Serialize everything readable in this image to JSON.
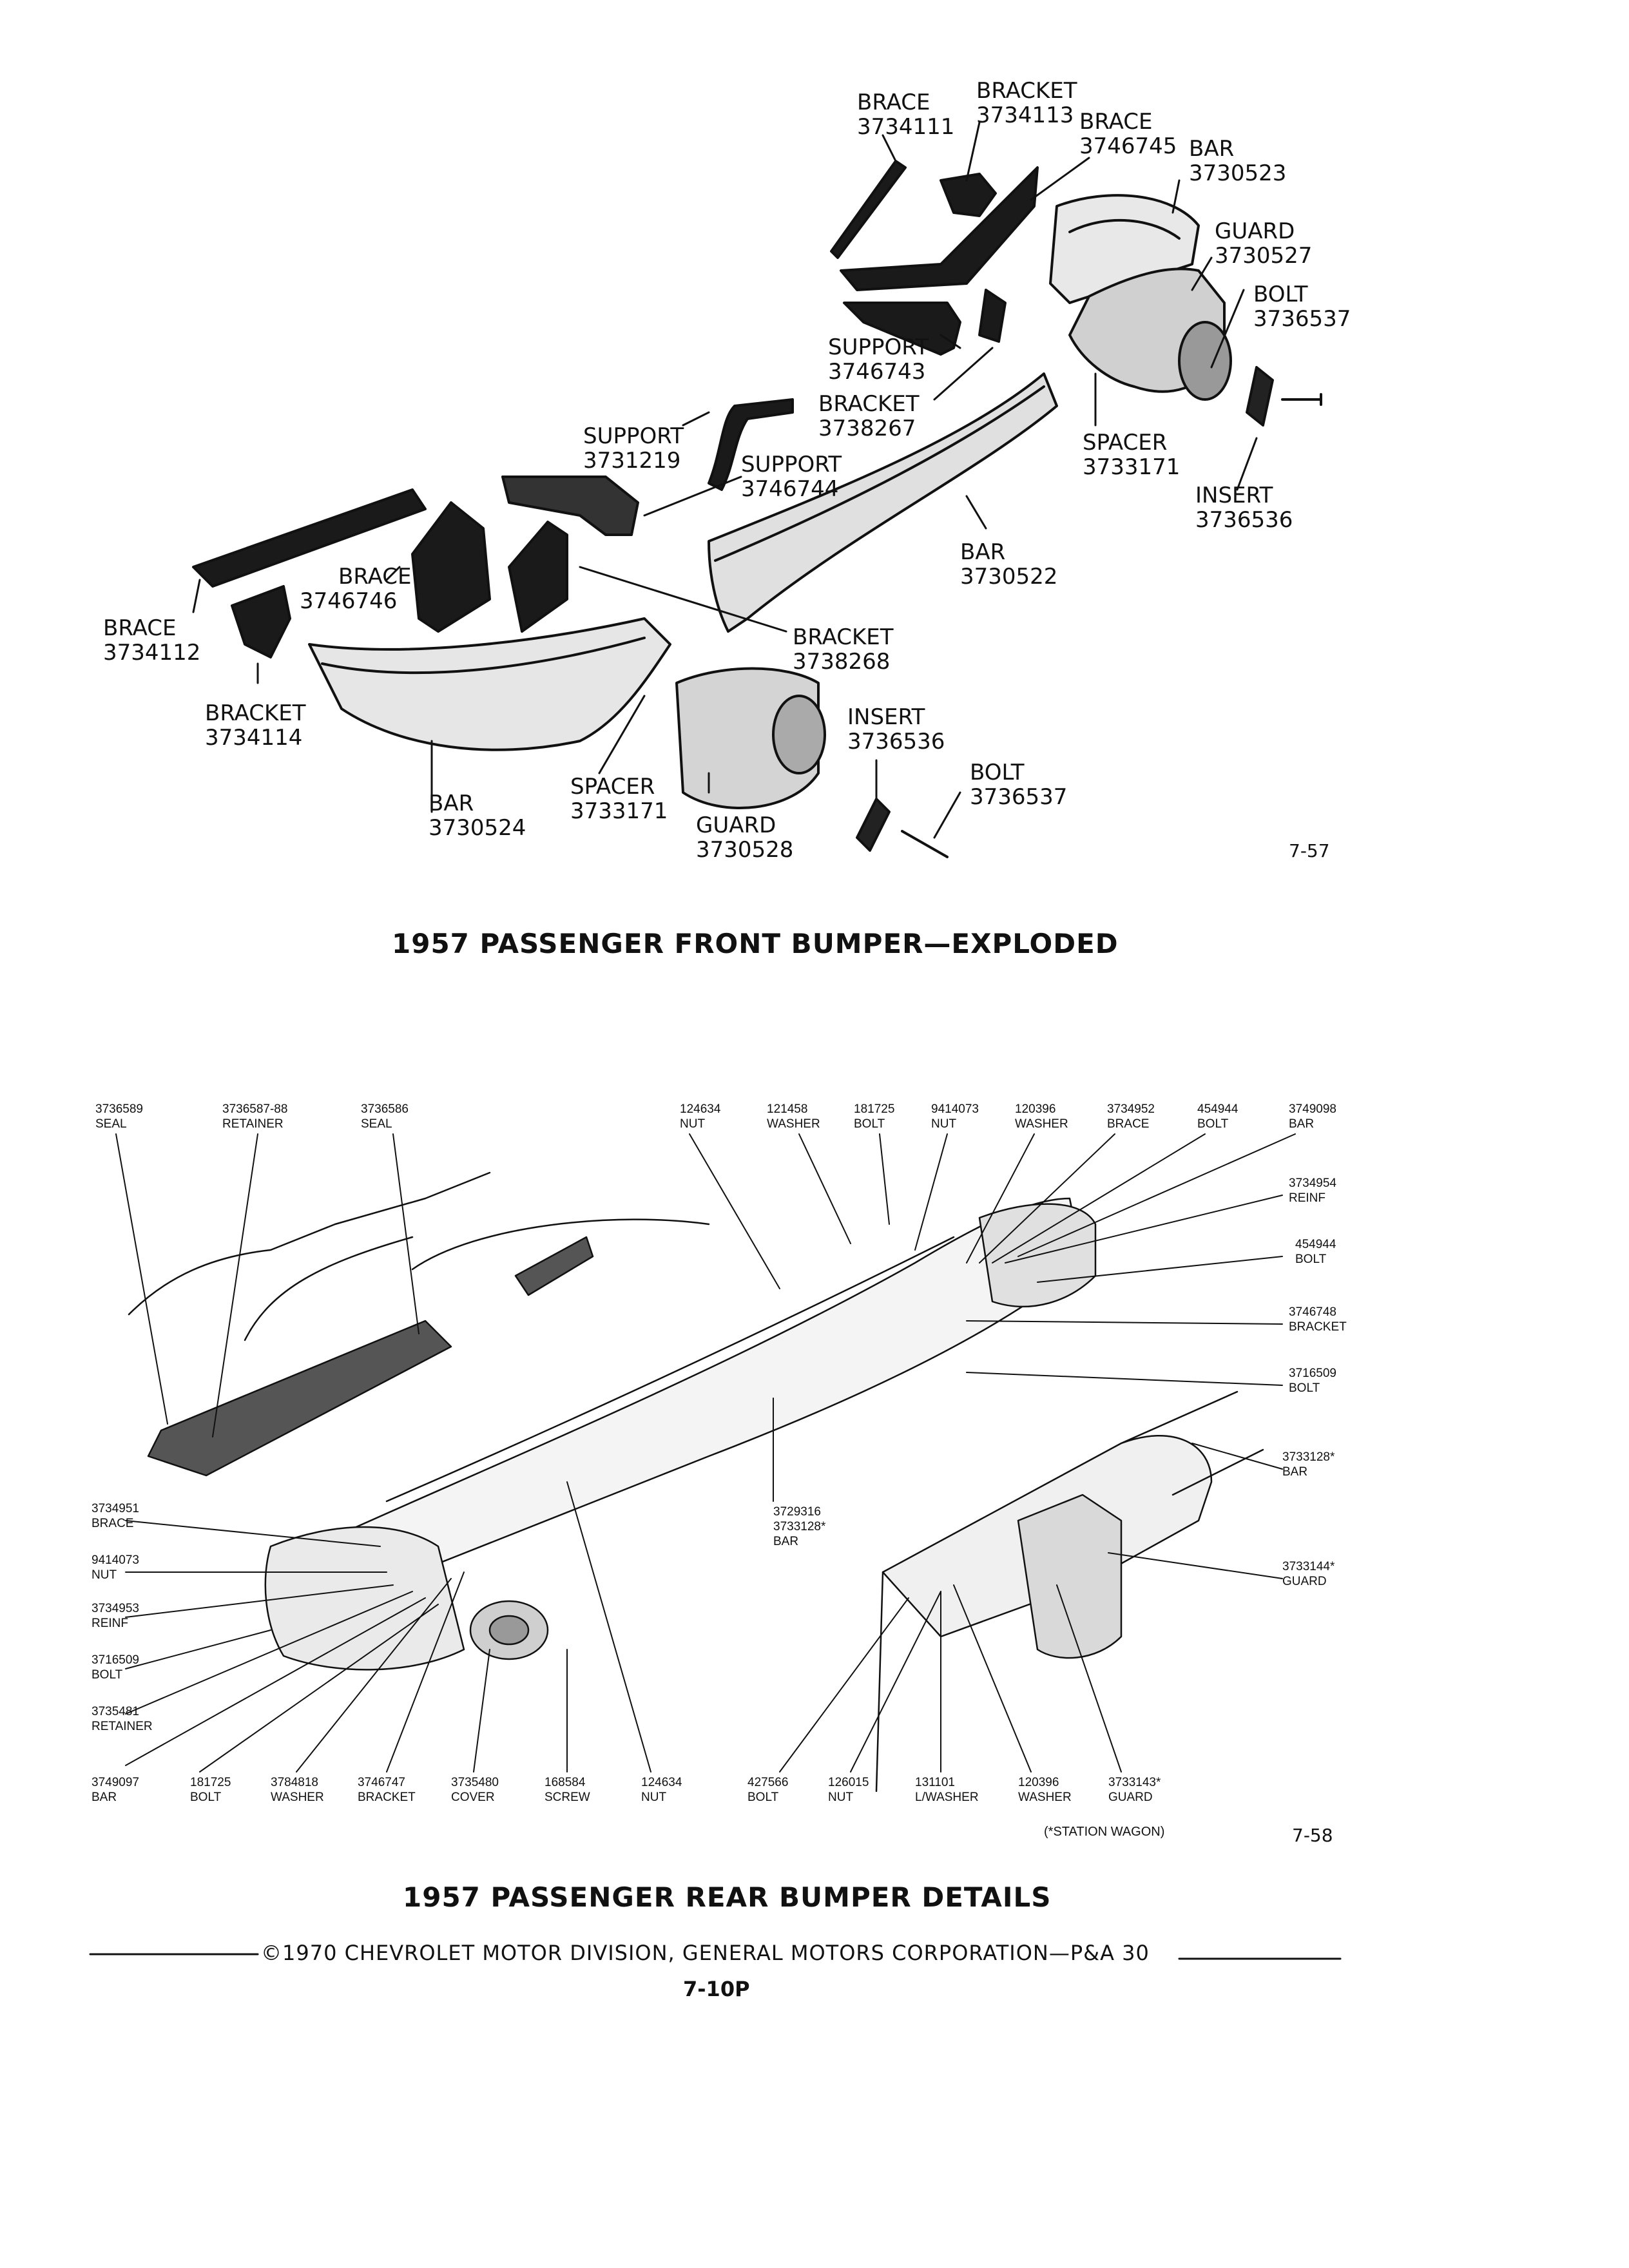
{
  "front": {
    "title": "1957 PASSENGER FRONT BUMPER—EXPLODED",
    "figure": "7-57",
    "labels": [
      {
        "name": "BRACE",
        "num": "3734111"
      },
      {
        "name": "BRACKET",
        "num": "3734113"
      },
      {
        "name": "BRACE",
        "num": "3746745"
      },
      {
        "name": "BAR",
        "num": "3730523"
      },
      {
        "name": "GUARD",
        "num": "3730527"
      },
      {
        "name": "BOLT",
        "num": "3736537"
      },
      {
        "name": "SUPPORT",
        "num": "3746743"
      },
      {
        "name": "BRACKET",
        "num": "3738267"
      },
      {
        "name": "SUPPORT",
        "num": "3731219"
      },
      {
        "name": "SUPPORT",
        "num": "3746744"
      },
      {
        "name": "SPACER",
        "num": "3733171"
      },
      {
        "name": "INSERT",
        "num": "3736536"
      },
      {
        "name": "BAR",
        "num": "3730522"
      },
      {
        "name": "BRACE",
        "num": "3746746"
      },
      {
        "name": "BRACE",
        "num": "3734112"
      },
      {
        "name": "BRACKET",
        "num": "3738268"
      },
      {
        "name": "BRACKET",
        "num": "3734114"
      },
      {
        "name": "INSERT",
        "num": "3736536"
      },
      {
        "name": "BOLT",
        "num": "3736537"
      },
      {
        "name": "BAR",
        "num": "3730524"
      },
      {
        "name": "SPACER",
        "num": "3733171"
      },
      {
        "name": "GUARD",
        "num": "3730528"
      }
    ]
  },
  "rear": {
    "title": "1957 PASSENGER REAR BUMPER DETAILS",
    "figure": "7-58",
    "note": "(*STATION WAGON)",
    "top_labels": [
      {
        "num": "3736589",
        "name": "SEAL"
      },
      {
        "num": "3736587-88",
        "name": "RETAINER"
      },
      {
        "num": "3736586",
        "name": "SEAL"
      },
      {
        "num": "124634",
        "name": "NUT"
      },
      {
        "num": "121458",
        "name": "WASHER"
      },
      {
        "num": "181725",
        "name": "BOLT"
      },
      {
        "num": "9414073",
        "name": "NUT"
      },
      {
        "num": "120396",
        "name": "WASHER"
      },
      {
        "num": "3734952",
        "name": "BRACE"
      },
      {
        "num": "454944",
        "name": "BOLT"
      },
      {
        "num": "3749098",
        "name": "BAR"
      }
    ],
    "right_labels": [
      {
        "num": "3734954",
        "name": "REINF"
      },
      {
        "num": "454944",
        "name": "BOLT"
      },
      {
        "num": "3746748",
        "name": "BRACKET"
      },
      {
        "num": "3716509",
        "name": "BOLT"
      },
      {
        "num": "3733128*",
        "name": "BAR"
      },
      {
        "num": "3733144*",
        "name": "GUARD"
      }
    ],
    "left_labels": [
      {
        "num": "3734951",
        "name": "BRACE"
      },
      {
        "num": "9414073",
        "name": "NUT"
      },
      {
        "num": "3734953",
        "name": "REINF"
      },
      {
        "num": "3716509",
        "name": "BOLT"
      },
      {
        "num": "3735481",
        "name": "RETAINER"
      }
    ],
    "center_label": {
      "num1": "3729316",
      "num2": "3733128*",
      "name": "BAR"
    },
    "bottom_labels": [
      {
        "num": "3749097",
        "name": "BAR"
      },
      {
        "num": "181725",
        "name": "BOLT"
      },
      {
        "num": "3784818",
        "name": "WASHER"
      },
      {
        "num": "3746747",
        "name": "BRACKET"
      },
      {
        "num": "3735480",
        "name": "COVER"
      },
      {
        "num": "168584",
        "name": "SCREW"
      },
      {
        "num": "124634",
        "name": "NUT"
      },
      {
        "num": "427566",
        "name": "BOLT"
      },
      {
        "num": "126015",
        "name": "NUT"
      },
      {
        "num": "131101",
        "name": "L/WASHER"
      },
      {
        "num": "120396",
        "name": "WASHER"
      },
      {
        "num": "3733143*",
        "name": "GUARD"
      }
    ]
  },
  "footer": {
    "copyright": "©1970 CHEVROLET MOTOR DIVISION, GENERAL MOTORS CORPORATION—P&A 30",
    "page": "7-10P"
  }
}
